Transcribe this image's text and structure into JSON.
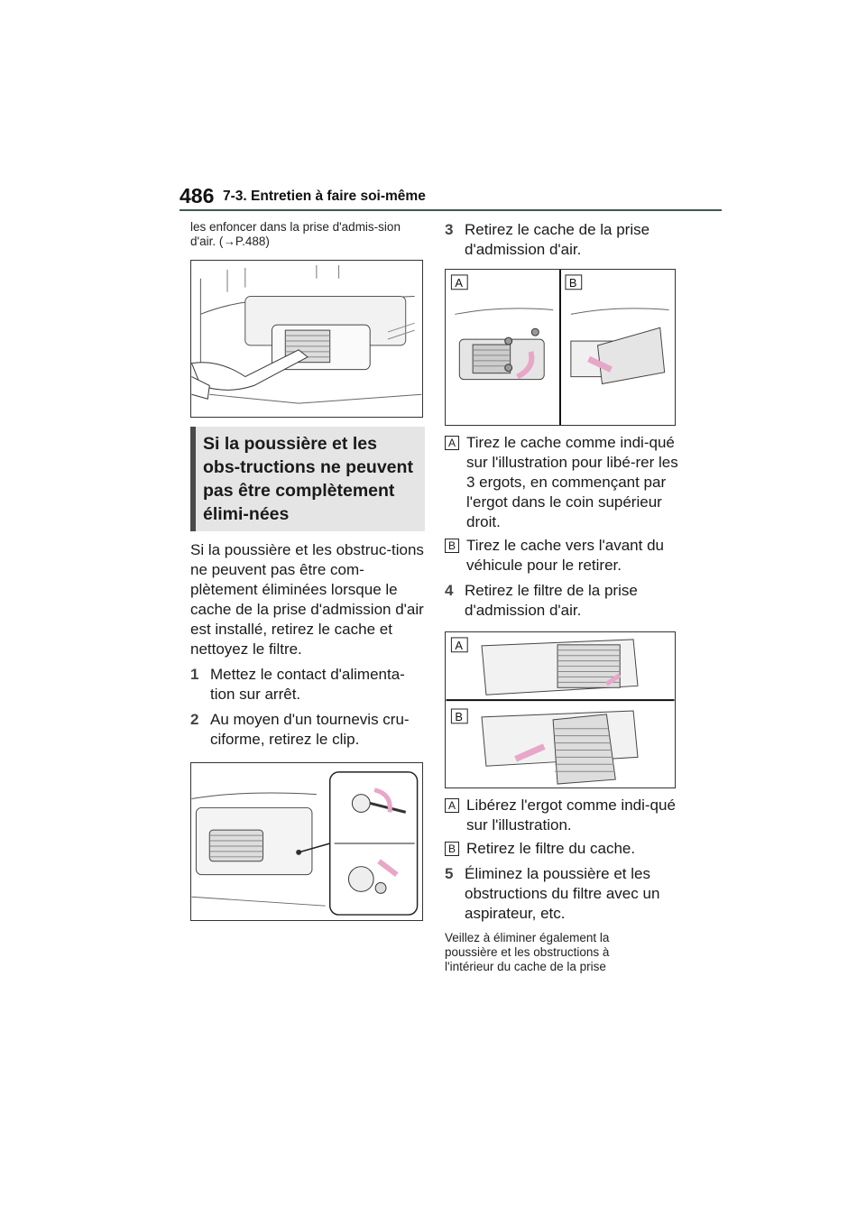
{
  "header": {
    "page_number": "486",
    "section": "7-3. Entretien à faire soi-même"
  },
  "left": {
    "intro": "les enfoncer dans la prise d'admis-sion d'air. (→P.488)",
    "callout_title": "Si la poussière et les obs-tructions ne peuvent pas être complètement élimi-nées",
    "paragraph": "Si la poussière et les obstruc-tions ne peuvent pas être com-plètement éliminées lorsque le cache de la prise d'admission d'air est installé, retirez le cache et nettoyez le filtre.",
    "steps": [
      {
        "num": "1",
        "text": "Mettez le contact d'alimenta-tion sur arrêt."
      },
      {
        "num": "2",
        "text": "Au moyen d'un tournevis cru-ciforme, retirez le clip."
      }
    ]
  },
  "right": {
    "step3": {
      "num": "3",
      "text": "Retirez le cache de la prise d'admission d'air."
    },
    "fig3_labels": {
      "a": "A",
      "b": "B"
    },
    "step3_subs": [
      {
        "badge": "A",
        "text": "Tirez le cache comme indi-qué sur l'illustration pour libé-rer les 3 ergots, en commençant par l'ergot dans le coin supérieur droit."
      },
      {
        "badge": "B",
        "text": "Tirez le cache vers l'avant du véhicule pour le retirer."
      }
    ],
    "step4": {
      "num": "4",
      "text": "Retirez le filtre de la prise d'admission d'air."
    },
    "fig4_labels": {
      "a": "A",
      "b": "B"
    },
    "step4_subs": [
      {
        "badge": "A",
        "text": "Libérez l'ergot comme indi-qué sur l'illustration."
      },
      {
        "badge": "B",
        "text": "Retirez le filtre du cache."
      }
    ],
    "step5": {
      "num": "5",
      "text": "Éliminez la poussière et les obstructions du filtre avec un aspirateur, etc."
    },
    "note": "Veillez à éliminer également la poussière et les obstructions à l'intérieur du cache de la prise"
  },
  "colors": {
    "accent_rule": "#3d5a4d",
    "callout_bg": "#e5e5e5",
    "callout_bar": "#4a4a4a",
    "arrow_pink": "#e8a6c8"
  }
}
